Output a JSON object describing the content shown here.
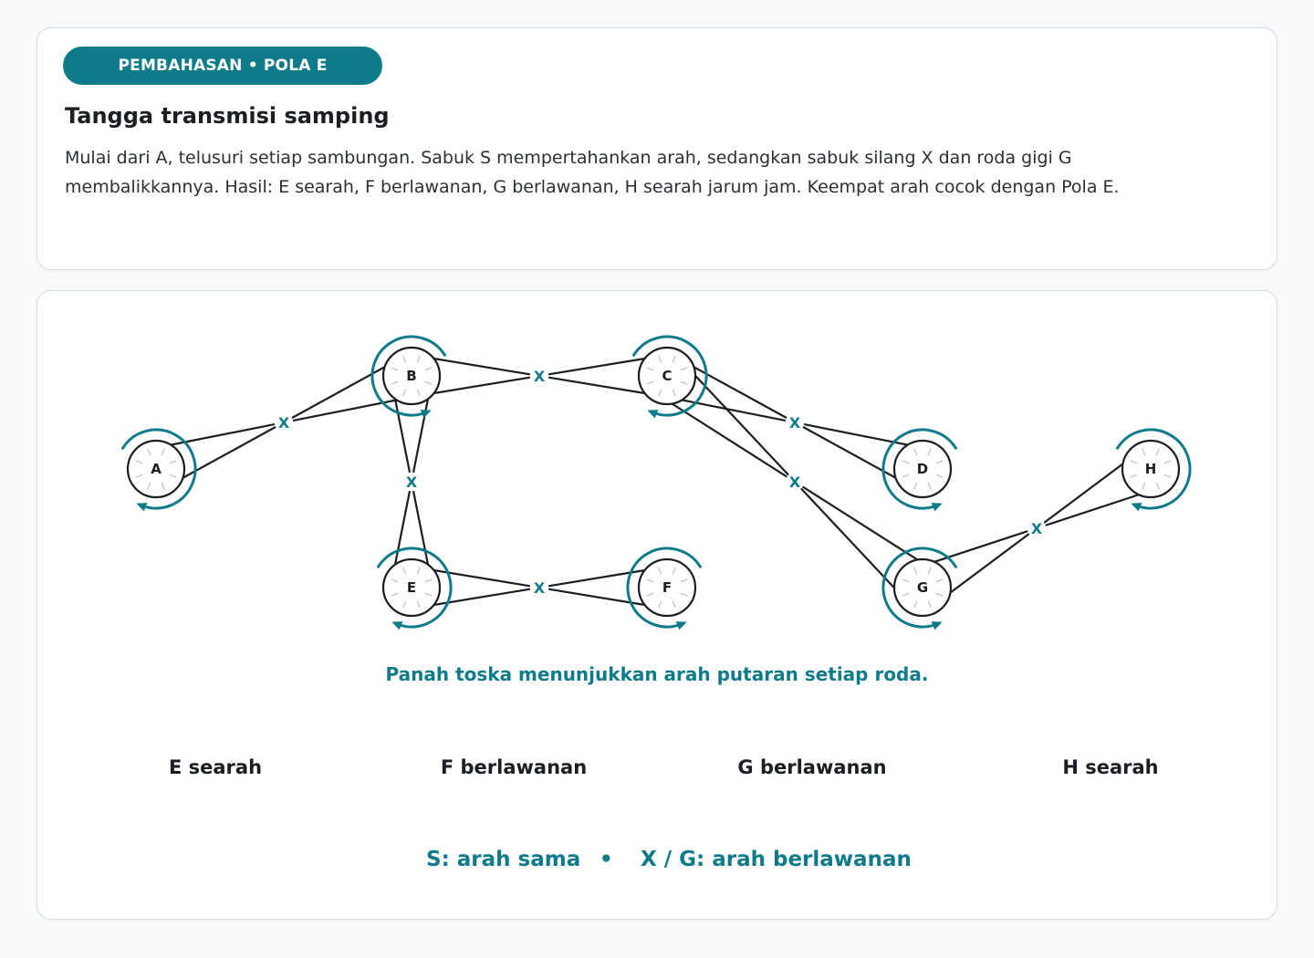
{
  "header": {
    "badge": "PEMBAHASAN • POLA E",
    "title": "Tangga transmisi samping",
    "description_line1": "Mulai dari A, telusuri setiap sambungan. Sabuk S mempertahankan arah, sedangkan sabuk silang X dan roda gigi G",
    "description_line2": "membalikkannya. Hasil: E searah, F berlawanan, G berlawanan, H searah jarum jam. Keempat arah cocok dengan Pola E."
  },
  "colors": {
    "accent": "#0f7b8a",
    "ink": "#1b1f24",
    "spoke": "#c4c9ce"
  },
  "diagram": {
    "wheels": [
      {
        "id": "A",
        "direction": "cw"
      },
      {
        "id": "B",
        "direction": "ccw"
      },
      {
        "id": "C",
        "direction": "cw"
      },
      {
        "id": "D",
        "direction": "ccw"
      },
      {
        "id": "E",
        "direction": "cw"
      },
      {
        "id": "F",
        "direction": "ccw"
      },
      {
        "id": "G",
        "direction": "ccw"
      },
      {
        "id": "H",
        "direction": "cw"
      }
    ],
    "connections": [
      {
        "from": "A",
        "to": "B",
        "type": "X"
      },
      {
        "from": "B",
        "to": "C",
        "type": "X"
      },
      {
        "from": "B",
        "to": "E",
        "type": "X"
      },
      {
        "from": "E",
        "to": "F",
        "type": "X"
      },
      {
        "from": "C",
        "to": "D",
        "type": "X"
      },
      {
        "from": "C",
        "to": "G",
        "type": "X"
      },
      {
        "from": "G",
        "to": "H",
        "type": "X"
      }
    ]
  },
  "caption": "Panah toska menunjukkan arah putaran setiap roda.",
  "results": [
    "E searah",
    "F berlawanan",
    "G berlawanan",
    "H searah"
  ],
  "legend": {
    "same": "S: arah sama",
    "separator": "•",
    "opposite": "X / G: arah berlawanan"
  }
}
